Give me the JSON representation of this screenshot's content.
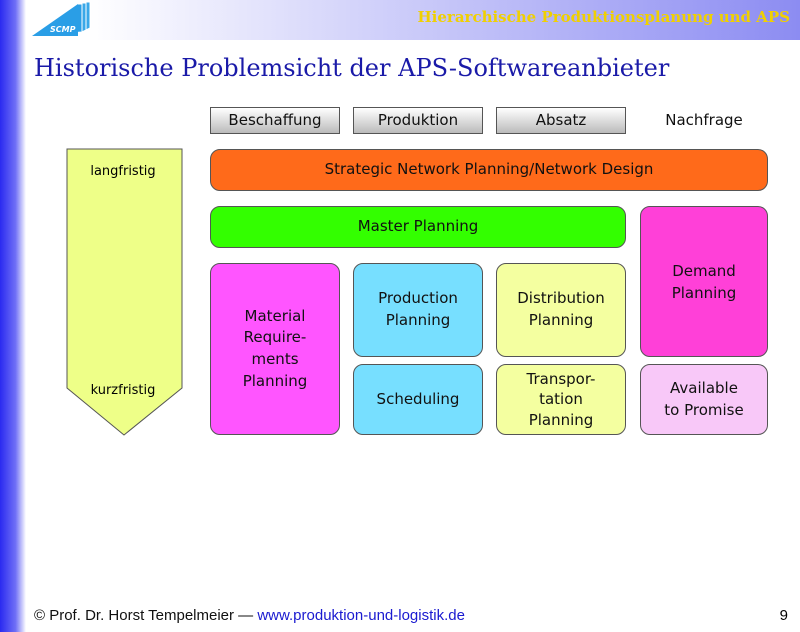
{
  "header": {
    "title": "Hierarchische Produktionsplanung und APS",
    "logo_text": "SCMP"
  },
  "slide_title": "Historische Problemsicht der APS-Softwareanbieter",
  "columns": [
    "Beschaffung",
    "Produktion",
    "Absatz",
    "Nachfrage"
  ],
  "time_arrow": {
    "top": "langfristig",
    "bottom": "kurzfristig"
  },
  "modules": {
    "snp": "Strategic Network Planning/Network Design",
    "master": "Master Planning",
    "mrp": [
      "Material",
      "Require-",
      "ments",
      "Planning"
    ],
    "prod": [
      "Production",
      "Planning"
    ],
    "sched": "Scheduling",
    "dist": [
      "Distribution",
      "Planning"
    ],
    "transp": [
      "Transpor-",
      "tation",
      "Planning"
    ],
    "demand": [
      "Demand",
      "Planning"
    ],
    "atp": [
      "Available",
      "to Promise"
    ]
  },
  "colors": {
    "snp": "#ff6a1a",
    "master": "#33ff00",
    "mrp": "#ff55ff",
    "prod": "#77dfff",
    "dist": "#f4ffa0",
    "demand": "#ff40d8",
    "atp": "#f8c8f8",
    "arrow": "#eeff88"
  },
  "footer": {
    "copyright": "© Prof. Dr. Horst Tempelmeier —",
    "link": "www.produktion-und-logistik.de",
    "page": "9"
  }
}
